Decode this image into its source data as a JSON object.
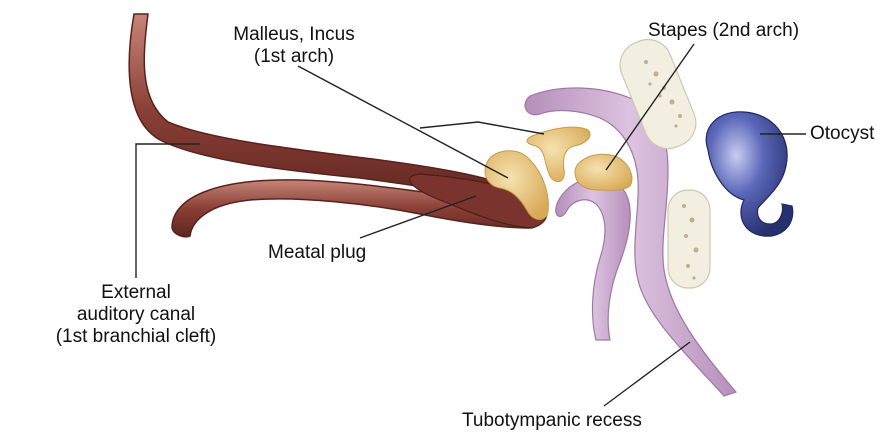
{
  "labels": {
    "malleus_incus": [
      "Malleus, Incus",
      "(1st arch)"
    ],
    "stapes": "Stapes (2nd arch)",
    "otocyst": "Otocyst",
    "meatal_plug": "Meatal plug",
    "external_canal": [
      "External",
      "auditory canal",
      "(1st branchial cleft)"
    ],
    "tubotympanic": "Tubotympanic recess"
  },
  "colors": {
    "canal_tissue": "#8a3f36",
    "canal_highlight": "#c07a6c",
    "recess_tissue": "#c9a6cc",
    "ossicle": "#e0b968",
    "otocyst": "#2e3a8c",
    "leader_line": "#222222"
  }
}
